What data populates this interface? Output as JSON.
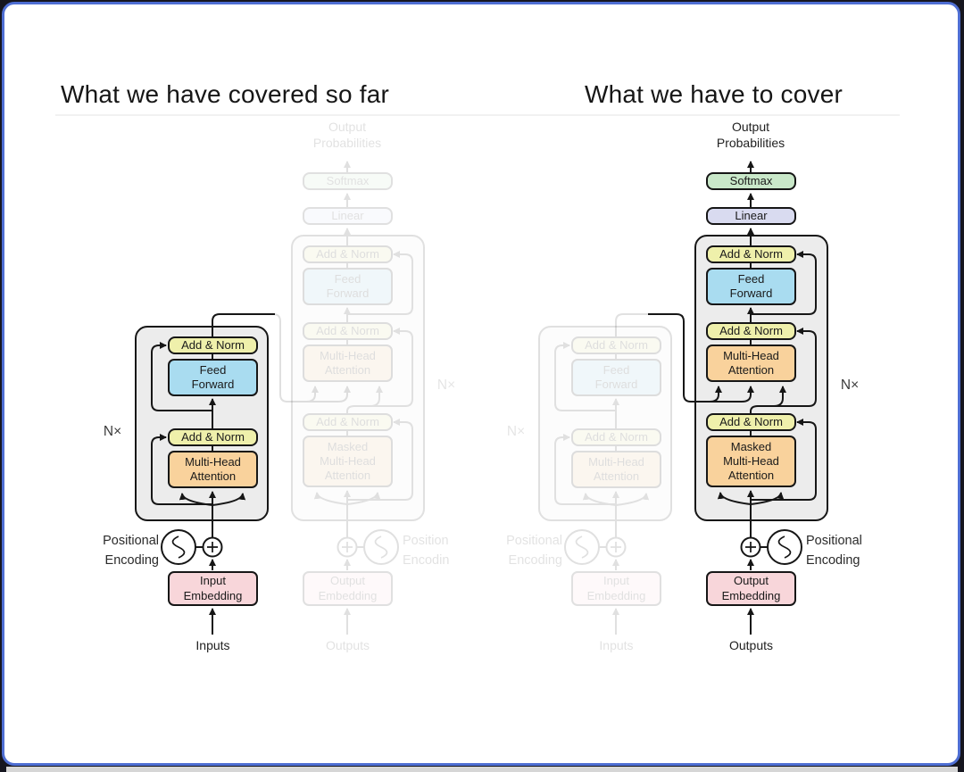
{
  "slide": {
    "left_title": "What we have covered so far",
    "right_title": "What we have to cover"
  },
  "figure_labels": {
    "output_probabilities": "Output Probabilities",
    "softmax": "Softmax",
    "linear": "Linear",
    "add_norm": "Add & Norm",
    "feed_forward": "Feed Forward",
    "multi_head_attention": "Multi-Head Attention",
    "masked_multi_head_attention": "Masked Multi-Head Attention",
    "n_x": "N×",
    "positional_encoding": "Positional Encoding",
    "position_encoding_truncated": "Position Encodin",
    "input_embedding": "Input Embedding",
    "output_embedding": "Output Embedding",
    "inputs": "Inputs",
    "outputs": "Outputs"
  },
  "colors": {
    "add_norm_yellow": "#eff0ab",
    "feed_forward_blue": "#a9dcf0",
    "attention_orange": "#f9d29c",
    "softmax_green": "#c9e8c9",
    "linear_lavender": "#d9dbf0",
    "embedding_pink": "#f8d6da",
    "container_gray": "#ececec",
    "line_black": "#161616",
    "frame_blue": "#4e6ed3",
    "slide_white": "#ffffff"
  }
}
